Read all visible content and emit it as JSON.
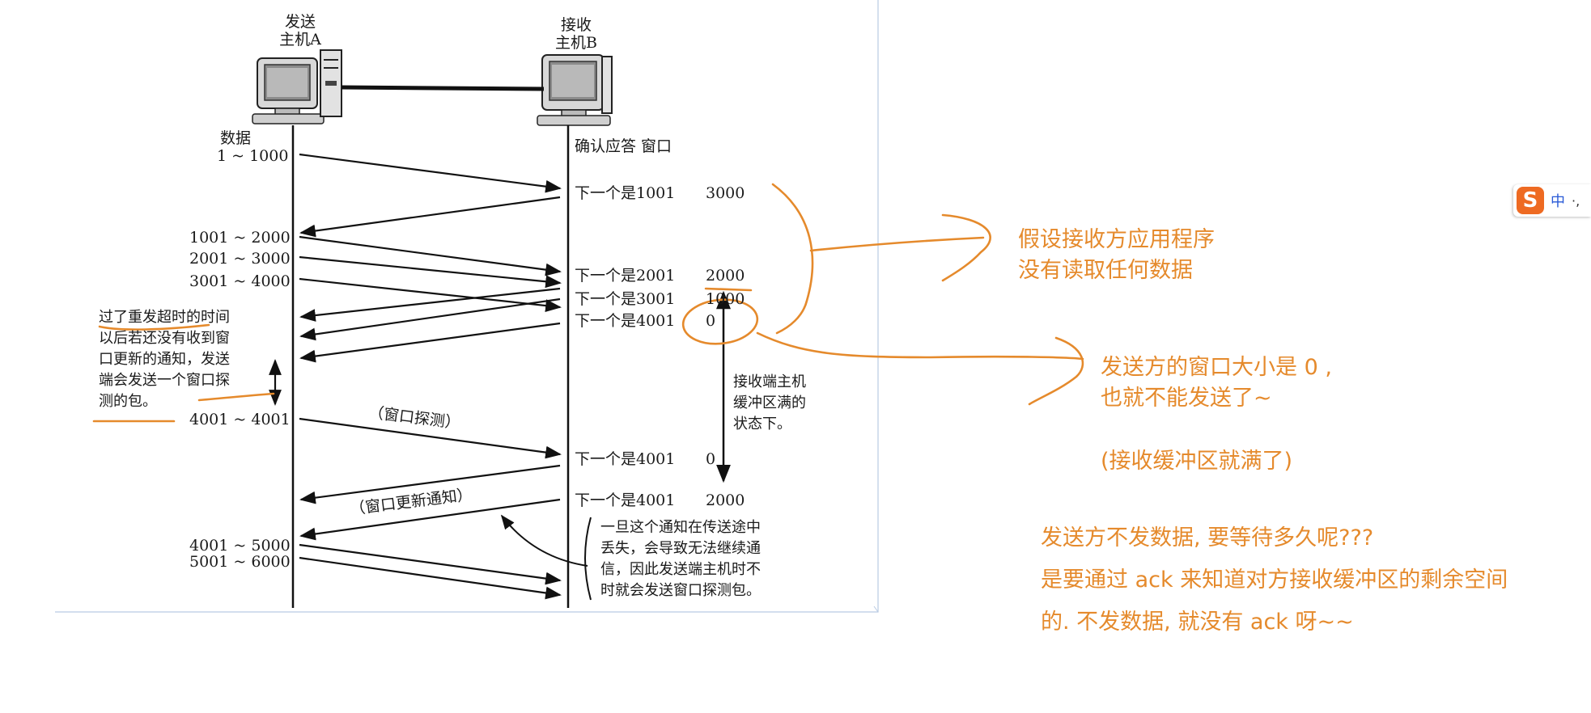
{
  "hosts": {
    "a_label": [
      "发送",
      "主机A"
    ],
    "b_label": [
      "接收",
      "主机B"
    ]
  },
  "headers": {
    "sender": "数据",
    "receiver": "确认应答 窗口"
  },
  "segments": [
    "1 ~ 1000",
    "1001 ~ 2000",
    "2001 ~ 3000",
    "3001 ~ 4000",
    "4001 ~ 4001",
    "4001 ~ 5000",
    "5001 ~ 6000"
  ],
  "acks": [
    {
      "next": "下一个是1001",
      "window": "3000"
    },
    {
      "next": "下一个是2001",
      "window": "2000"
    },
    {
      "next": "下一个是3001",
      "window": "1000"
    },
    {
      "next": "下一个是4001",
      "window": "0"
    },
    {
      "next": "下一个是4001",
      "window": "0"
    },
    {
      "next": "下一个是4001",
      "window": "2000"
    }
  ],
  "captions": {
    "probe": "（窗口探测）",
    "update": "（窗口更新通知）"
  },
  "left_note": [
    "过了重发超时的时间",
    "以后若还没有收到窗",
    "口更新的通知，发送",
    "端会发送一个窗口探",
    "测的包。"
  ],
  "buffer_note": [
    "接收端主机",
    "缓冲区满的",
    "状态下。"
  ],
  "loss_note": [
    "一旦这个通知在传送途中",
    "丢失，会导致无法继续通",
    "信，因此发送端主机时不",
    "时就会发送窗口探测包。"
  ],
  "annotations": {
    "assume": [
      "假设接收方应用程序",
      "没有读取任何数据"
    ],
    "zero": [
      "发送方的窗口大小是 0 ,",
      "也就不能发送了~"
    ],
    "full": "(接收缓冲区就满了)",
    "question": [
      "发送方不发数据, 要等待多久呢???",
      "是要通过 ack 来知道对方接收缓冲区的剩余空间",
      "的. 不发数据, 就没有 ack 呀~~"
    ]
  },
  "ime": {
    "mode": "中",
    "extra": "·,"
  },
  "colors": {
    "annotation": "#e58a2c",
    "ink": "#111111"
  }
}
